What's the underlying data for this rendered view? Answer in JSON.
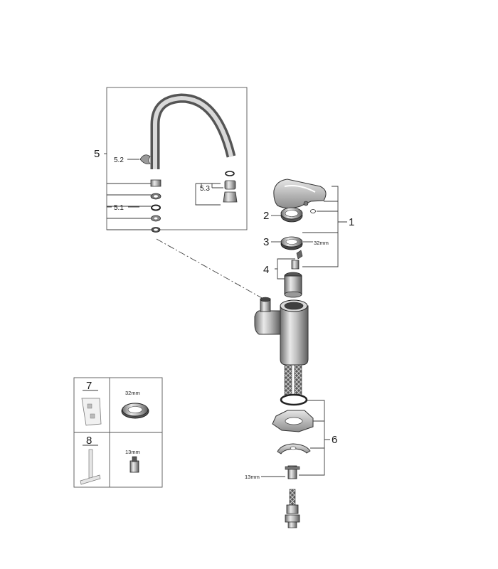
{
  "labels": {
    "l1": "1",
    "l2": "2",
    "l3": "3",
    "l4": "4",
    "l5": "5",
    "l5_1": "5.1",
    "l5_2": "5.2",
    "l5_3": "5.3",
    "l6": "6",
    "l7": "7",
    "l8": "8"
  },
  "dimensions": {
    "d32_main": "32mm",
    "d13_main": "13mm",
    "d32_table": "32mm",
    "d13_table": "13mm"
  },
  "colors": {
    "line": "#3a3a3a",
    "part_dark": "#4a4a4a",
    "part_mid": "#8a8a8a",
    "part_light": "#d6d6d6"
  }
}
